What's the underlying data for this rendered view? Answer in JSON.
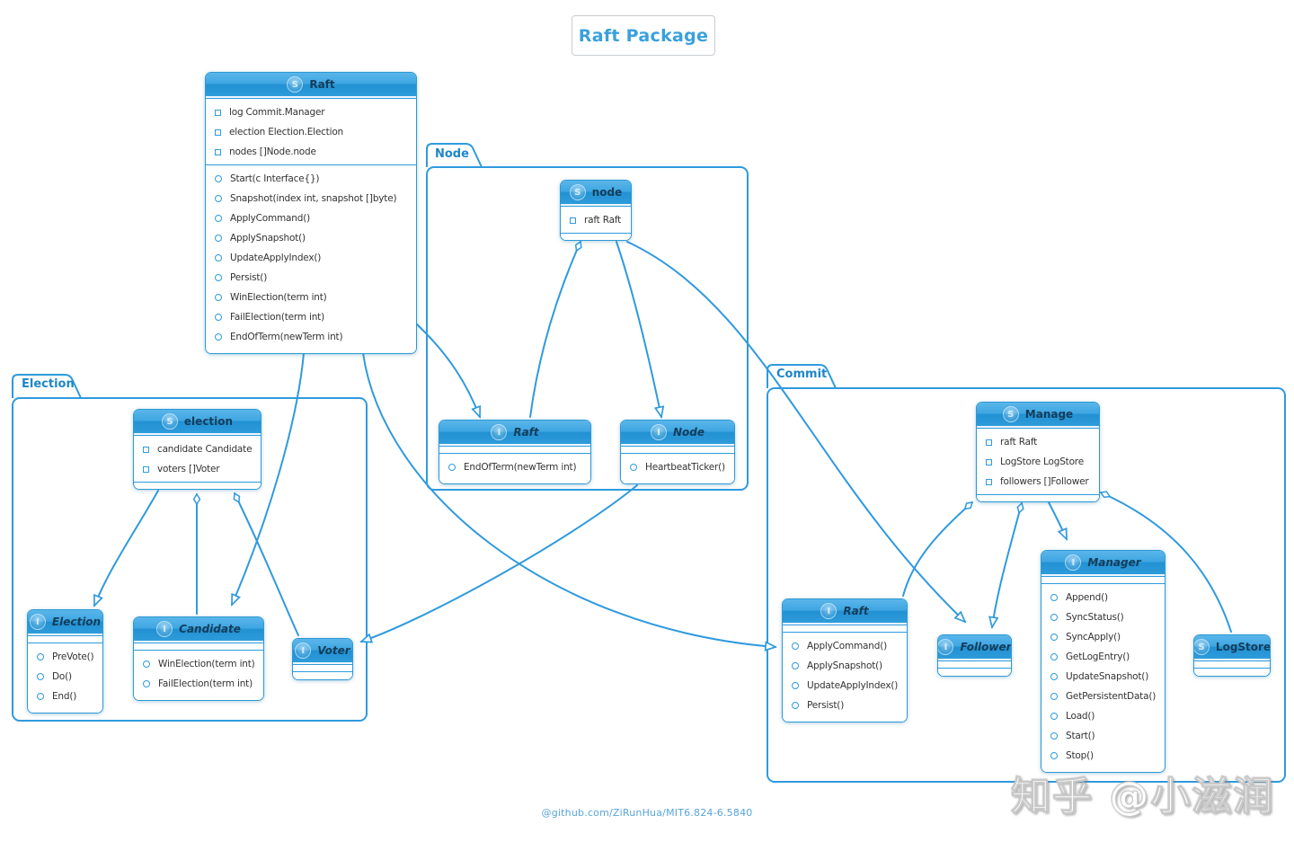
{
  "title": "Raft Package",
  "footer_link": "@github.com/ZiRunHua/MIT6.824-6.5840",
  "watermark": "知乎 @小滋润",
  "colors": {
    "accent": "#2f9ade",
    "header_gradient_top": "#5ab6ea",
    "header_gradient_bottom": "#2f9cda",
    "header_text": "#143d5a",
    "body_text": "#333333",
    "package_label": "#1e86c8",
    "title_text": "#3aa0de",
    "footer_text": "#57a5da"
  },
  "packages": {
    "node": {
      "label": "Node"
    },
    "election": {
      "label": "Election"
    },
    "commit": {
      "label": "Commit"
    }
  },
  "boxes": {
    "raft": {
      "name": "Raft",
      "kind": "S",
      "fields": [
        "log Commit.Manager",
        "election Election.Election",
        "nodes []Node.node"
      ],
      "methods": [
        "Start(c Interface{})",
        "Snapshot(index int, snapshot []byte)",
        "ApplyCommand()",
        "ApplySnapshot()",
        "UpdateApplyIndex()",
        "Persist()",
        "WinElection(term int)",
        "FailElection(term int)",
        "EndOfTerm(newTerm int)"
      ]
    },
    "node_struct": {
      "name": "node",
      "kind": "S",
      "fields": [
        "raft Raft"
      ]
    },
    "node_raft_iface": {
      "name": "Raft",
      "kind": "I",
      "methods": [
        "EndOfTerm(newTerm int)"
      ]
    },
    "node_node_iface": {
      "name": "Node",
      "kind": "I",
      "methods": [
        "HeartbeatTicker()"
      ]
    },
    "election_struct": {
      "name": "election",
      "kind": "S",
      "fields": [
        "candidate Candidate",
        "voters []Voter"
      ]
    },
    "election_iface": {
      "name": "Election",
      "kind": "I",
      "methods": [
        "PreVote()",
        "Do()",
        "End()"
      ]
    },
    "candidate_iface": {
      "name": "Candidate",
      "kind": "I",
      "methods": [
        "WinElection(term int)",
        "FailElection(term int)"
      ]
    },
    "voter_iface": {
      "name": "Voter",
      "kind": "I",
      "methods": []
    },
    "manage_struct": {
      "name": "Manage",
      "kind": "S",
      "fields": [
        "raft Raft",
        "LogStore LogStore",
        "followers []Follower"
      ]
    },
    "commit_raft_iface": {
      "name": "Raft",
      "kind": "I",
      "methods": [
        "ApplyCommand()",
        "ApplySnapshot()",
        "UpdateApplyIndex()",
        "Persist()"
      ]
    },
    "manager_iface": {
      "name": "Manager",
      "kind": "I",
      "methods": [
        "Append()",
        "SyncStatus()",
        "SyncApply()",
        "GetLogEntry()",
        "UpdateSnapshot()",
        "GetPersistentData()",
        "Load()",
        "Start()",
        "Stop()"
      ]
    },
    "follower_iface": {
      "name": "Follower",
      "kind": "I",
      "methods": []
    },
    "logstore_struct": {
      "name": "LogStore",
      "kind": "S",
      "methods": []
    }
  },
  "edges": [
    {
      "from": "Raft",
      "to": "Node.Raft",
      "kind": "realization"
    },
    {
      "from": "Node.node",
      "to": "Node.Raft",
      "kind": "aggregation"
    },
    {
      "from": "Node.node",
      "to": "Node.Node",
      "kind": "realization"
    },
    {
      "from": "Raft",
      "to": "Election.Candidate",
      "kind": "realization"
    },
    {
      "from": "Raft",
      "to": "Commit.Raft",
      "kind": "realization"
    },
    {
      "from": "Election.election",
      "to": "Election.Election",
      "kind": "realization"
    },
    {
      "from": "Election.election",
      "to": "Election.Candidate",
      "kind": "aggregation"
    },
    {
      "from": "Election.election",
      "to": "Election.Voter",
      "kind": "aggregation"
    },
    {
      "from": "Node.Node",
      "to": "Election.Voter",
      "kind": "dependency"
    },
    {
      "from": "Node.node",
      "to": "Commit.Follower",
      "kind": "realization"
    },
    {
      "from": "Commit.Manage",
      "to": "Commit.Raft",
      "kind": "aggregation"
    },
    {
      "from": "Commit.Manage",
      "to": "Commit.Follower",
      "kind": "aggregation"
    },
    {
      "from": "Commit.Manage",
      "to": "Commit.Manager",
      "kind": "realization"
    },
    {
      "from": "Commit.Manage",
      "to": "Commit.LogStore",
      "kind": "aggregation"
    }
  ]
}
